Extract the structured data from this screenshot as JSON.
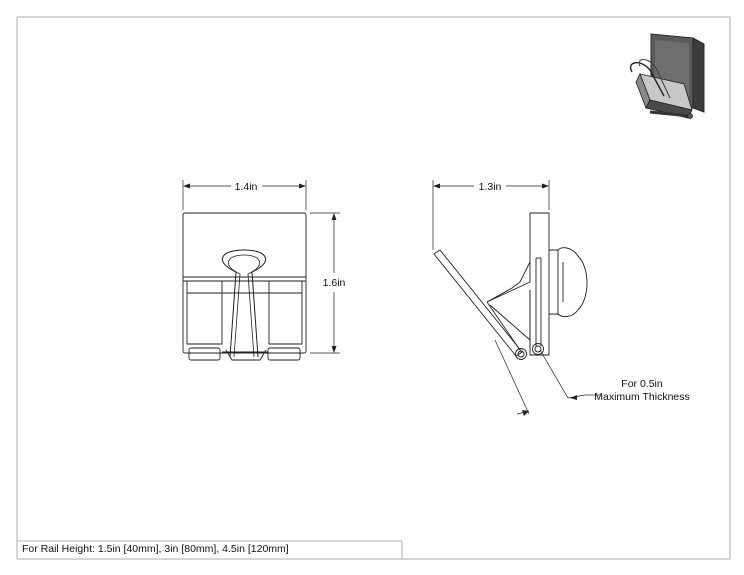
{
  "drawing": {
    "front_view": {
      "width_label": "1.4in",
      "height_label": "1.6in"
    },
    "side_view": {
      "width_label": "1.3in",
      "note_line1": "For 0.5in",
      "note_line2": "Maximum Thickness"
    },
    "footer_text": "For Rail Height: 1.5in [40mm], 3in [80mm], 4.5in [120mm]"
  },
  "colors": {
    "line": "#222222",
    "thin_line": "#555555",
    "frame": "#9a9a9a",
    "iso_dark": "#3c3c3c",
    "iso_mid": "#7a7a7a",
    "iso_light": "#c8c8c8"
  }
}
